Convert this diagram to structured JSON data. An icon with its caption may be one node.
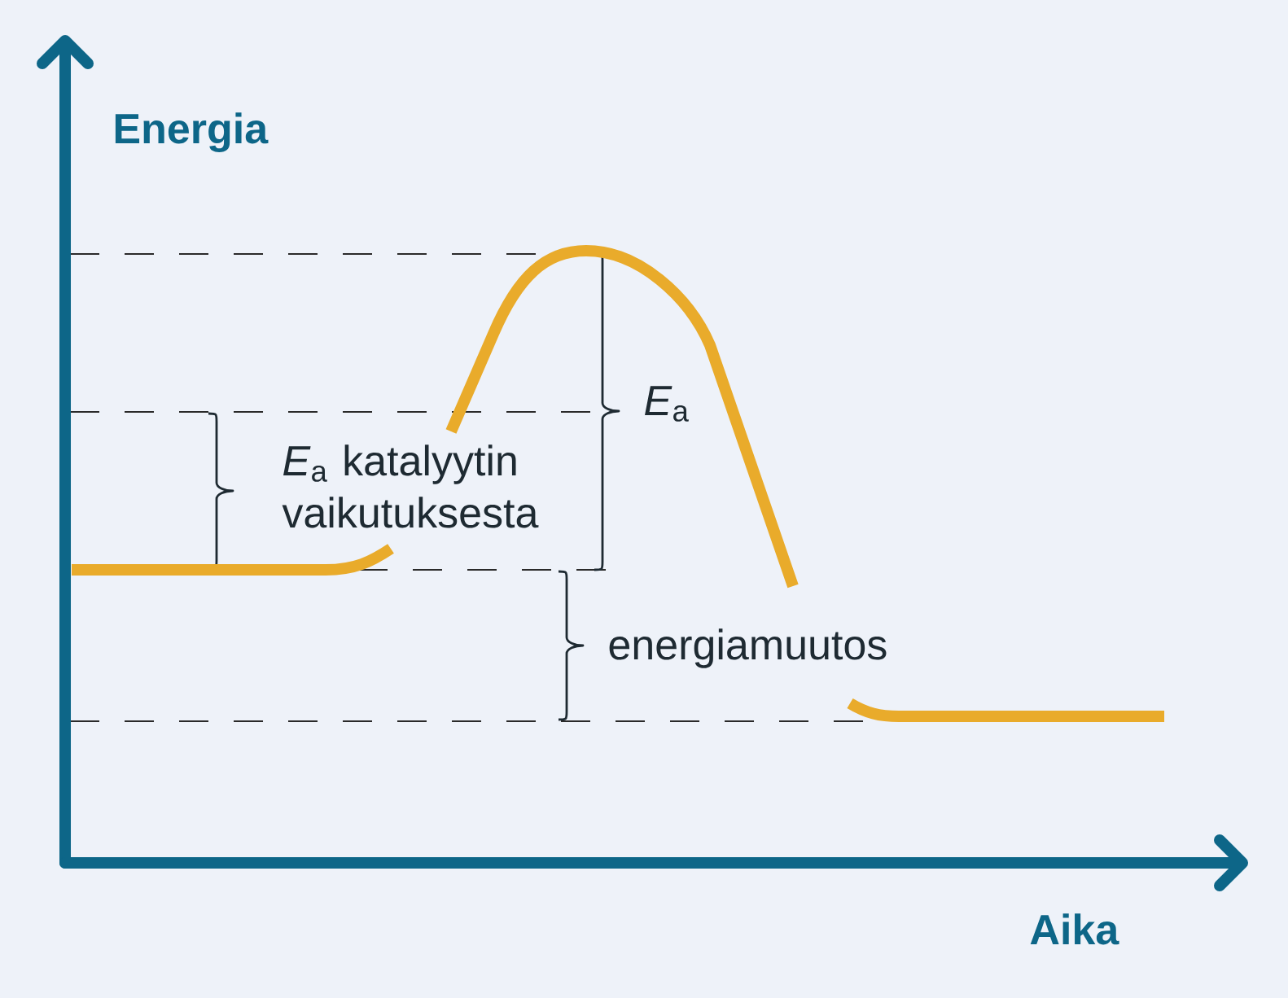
{
  "diagram": {
    "labels": [
      "Energia",
      "*E*$_{a}$",
      "*E*$_{a}$ katalyytin vaikutuksesta",
      "energiamuutos",
      "Aika"
    ]
  }
}
